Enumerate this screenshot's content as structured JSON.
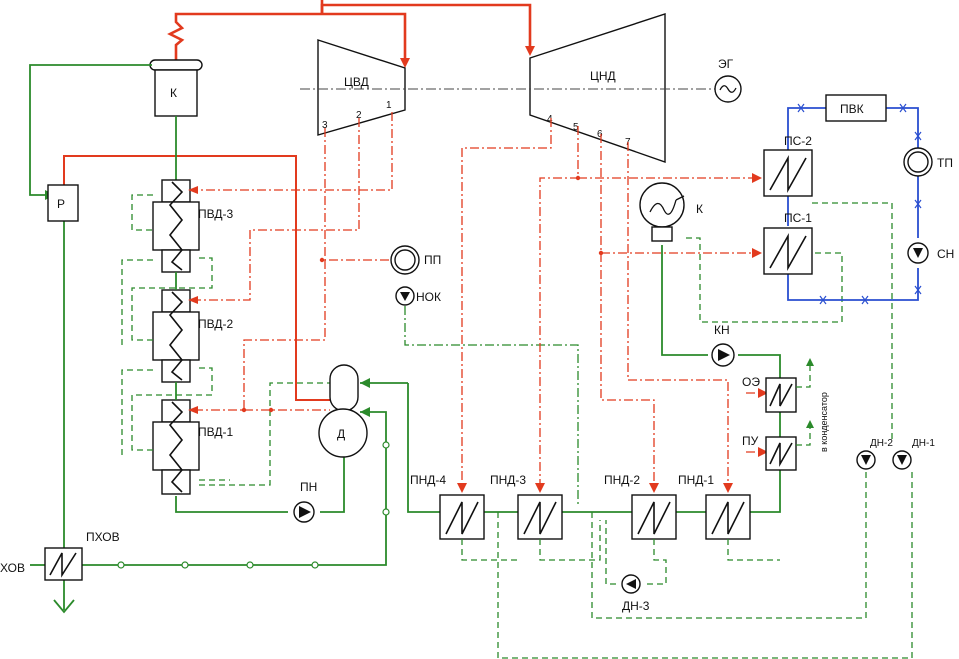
{
  "labels": {
    "boiler": "К",
    "hp_cylinder": "ЦВД",
    "lp_cylinder": "ЦНД",
    "generator": "ЭГ",
    "hp_taps": [
      "1",
      "2",
      "3"
    ],
    "lp_taps": [
      "4",
      "5",
      "6",
      "7"
    ],
    "condenser": "К",
    "expander": "Р",
    "hpv3": "ПВД-3",
    "hpv2": "ПВД-2",
    "hpv1": "ПВД-1",
    "deaerator": "Д",
    "feed_pump": "ПН",
    "raw_heater": "ПХОВ",
    "raw_water": "ХОВ",
    "pp": "ПП",
    "nok": "НОК",
    "lpv4": "ПНД-4",
    "lpv3": "ПНД-3",
    "lpv2": "ПНД-2",
    "lpv1": "ПНД-1",
    "dn3": "ДН-3",
    "kn": "КН",
    "oe": "ОЭ",
    "pu": "ПУ",
    "to_condenser": "в конденсатор",
    "dn2": "ДН-2",
    "dn1": "ДН-1",
    "pvk": "ПВК",
    "ps2": "ПС-2",
    "ps1": "ПС-1",
    "tp": "ТП",
    "sn": "СН"
  },
  "colors": {
    "steam": "#e23a1e",
    "water": "#2b8a2b",
    "network": "#2a4fd0",
    "outline": "#111111"
  }
}
